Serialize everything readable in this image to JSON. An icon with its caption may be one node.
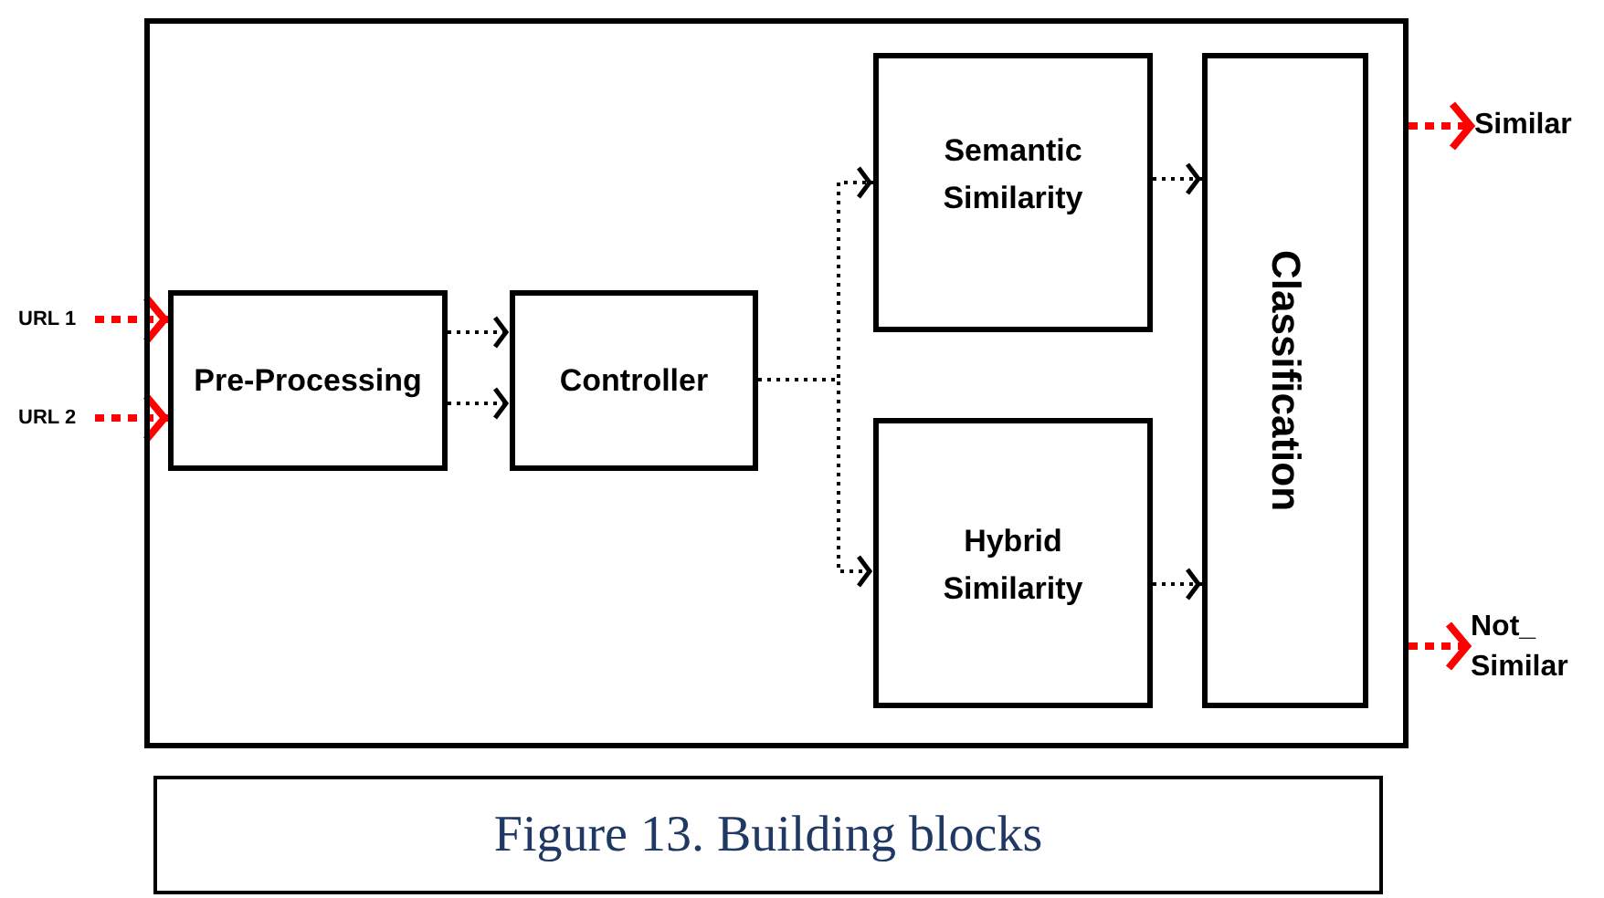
{
  "diagram": {
    "caption": "Figure 13. Building blocks",
    "nodes": [
      {
        "text": [],
        "shape": "box"
      },
      {
        "text": [
          "Pre-Processing"
        ],
        "in": 0
      },
      {
        "text": [
          "Controller"
        ],
        "in": 0
      },
      {
        "text": [
          "Semantic Similarity"
        ],
        "in": 0
      },
      {
        "text": [
          "Hybrid Similarity"
        ],
        "in": 0
      },
      {
        "text": [
          "Classification"
        ],
        "in": 0
      },
      {
        "text": [
          "URL 1"
        ]
      },
      {
        "text": [
          "URL 2"
        ]
      },
      {
        "text": [
          "Similar"
        ]
      },
      {
        "text": [
          "Not_ Similar"
        ]
      }
    ],
    "edges": [
      {
        "from": 6,
        "to": 1,
        "arrow": "to",
        "style": "dashed",
        "color": "#ff0000"
      },
      {
        "from": 7,
        "to": 1,
        "arrow": "to",
        "style": "dashed",
        "color": "#ff0000"
      },
      {
        "from": 1,
        "to": 2,
        "arrow": "to",
        "style": "dashed"
      },
      {
        "from": 1,
        "to": 2,
        "arrow": "to",
        "style": "dashed"
      },
      {
        "from": 2,
        "to": 3,
        "arrow": "to",
        "style": "dashed"
      },
      {
        "from": 2,
        "to": 4,
        "arrow": "to",
        "style": "dashed"
      },
      {
        "from": 3,
        "to": 5,
        "arrow": "to",
        "style": "dashed"
      },
      {
        "from": 4,
        "to": 5,
        "arrow": "to",
        "style": "dashed"
      },
      {
        "from": 0,
        "to": 8,
        "arrow": "to",
        "style": "dashed",
        "color": "#ff0000"
      },
      {
        "from": 0,
        "to": 9,
        "arrow": "to",
        "style": "dashed",
        "color": "#ff0000"
      }
    ]
  }
}
